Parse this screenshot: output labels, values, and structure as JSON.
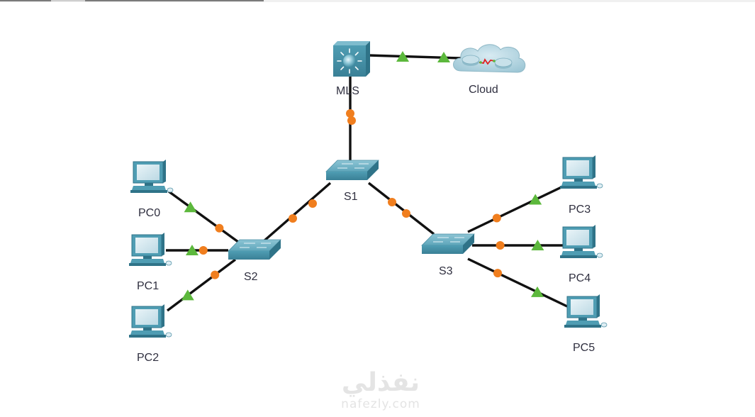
{
  "diagram": {
    "type": "network-topology",
    "devices": [
      {
        "id": "MLS",
        "label": "MLS",
        "kind": "multilayer-switch"
      },
      {
        "id": "Cloud",
        "label": "Cloud",
        "kind": "cloud"
      },
      {
        "id": "S1",
        "label": "S1",
        "kind": "switch"
      },
      {
        "id": "S2",
        "label": "S2",
        "kind": "switch"
      },
      {
        "id": "S3",
        "label": "S3",
        "kind": "switch"
      },
      {
        "id": "PC0",
        "label": "PC0",
        "kind": "pc"
      },
      {
        "id": "PC1",
        "label": "PC1",
        "kind": "pc"
      },
      {
        "id": "PC2",
        "label": "PC2",
        "kind": "pc"
      },
      {
        "id": "PC3",
        "label": "PC3",
        "kind": "pc"
      },
      {
        "id": "PC4",
        "label": "PC4",
        "kind": "pc"
      },
      {
        "id": "PC5",
        "label": "PC5",
        "kind": "pc"
      }
    ],
    "links": [
      {
        "from": "MLS",
        "to": "Cloud",
        "from_status": "up",
        "to_status": "up"
      },
      {
        "from": "MLS",
        "to": "S1",
        "from_status": "blocking",
        "to_status": "blocking"
      },
      {
        "from": "S1",
        "to": "S2",
        "from_status": "blocking",
        "to_status": "blocking"
      },
      {
        "from": "S1",
        "to": "S3",
        "from_status": "blocking",
        "to_status": "blocking"
      },
      {
        "from": "S2",
        "to": "PC0",
        "from_status": "blocking",
        "to_status": "up"
      },
      {
        "from": "S2",
        "to": "PC1",
        "from_status": "blocking",
        "to_status": "up"
      },
      {
        "from": "S2",
        "to": "PC2",
        "from_status": "blocking",
        "to_status": "up"
      },
      {
        "from": "S3",
        "to": "PC3",
        "from_status": "blocking",
        "to_status": "up"
      },
      {
        "from": "S3",
        "to": "PC4",
        "from_status": "blocking",
        "to_status": "up"
      },
      {
        "from": "S3",
        "to": "PC5",
        "from_status": "blocking",
        "to_status": "up"
      }
    ],
    "colors": {
      "link": "#111111",
      "status_up": "#5cb83c",
      "status_blocking": "#f07e1e",
      "device_teal": "#4f9db3",
      "device_dark": "#2f7388",
      "screen": "#d6e8f0",
      "cloud": "#b9d7e2"
    }
  },
  "watermark": {
    "arabic": "نفذلي",
    "latin": "nafezly.com"
  }
}
